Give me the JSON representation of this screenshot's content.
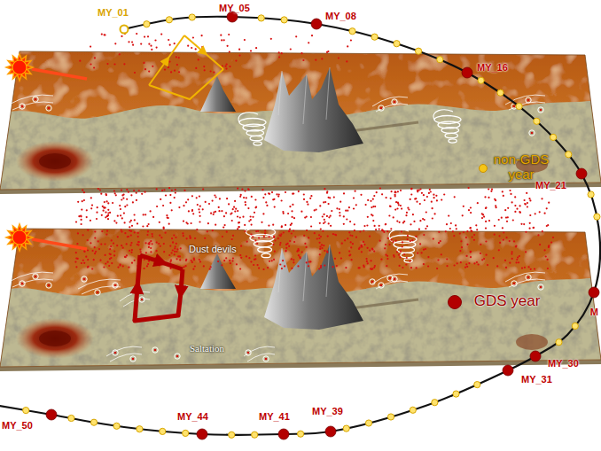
{
  "diagram": {
    "labels": [
      "MY_01",
      "MY_05",
      "MY_08",
      "MY_16",
      "MY_21",
      "M",
      "MY_30",
      "MY_31",
      "MY_39",
      "MY_41",
      "MY_44",
      "MY_50",
      "Dust devils",
      "Saltation"
    ],
    "legend": [
      {
        "text": "non-GDS year",
        "color": "#f5c518"
      },
      {
        "text": "GDS year",
        "color": "#b30000"
      }
    ]
  }
}
